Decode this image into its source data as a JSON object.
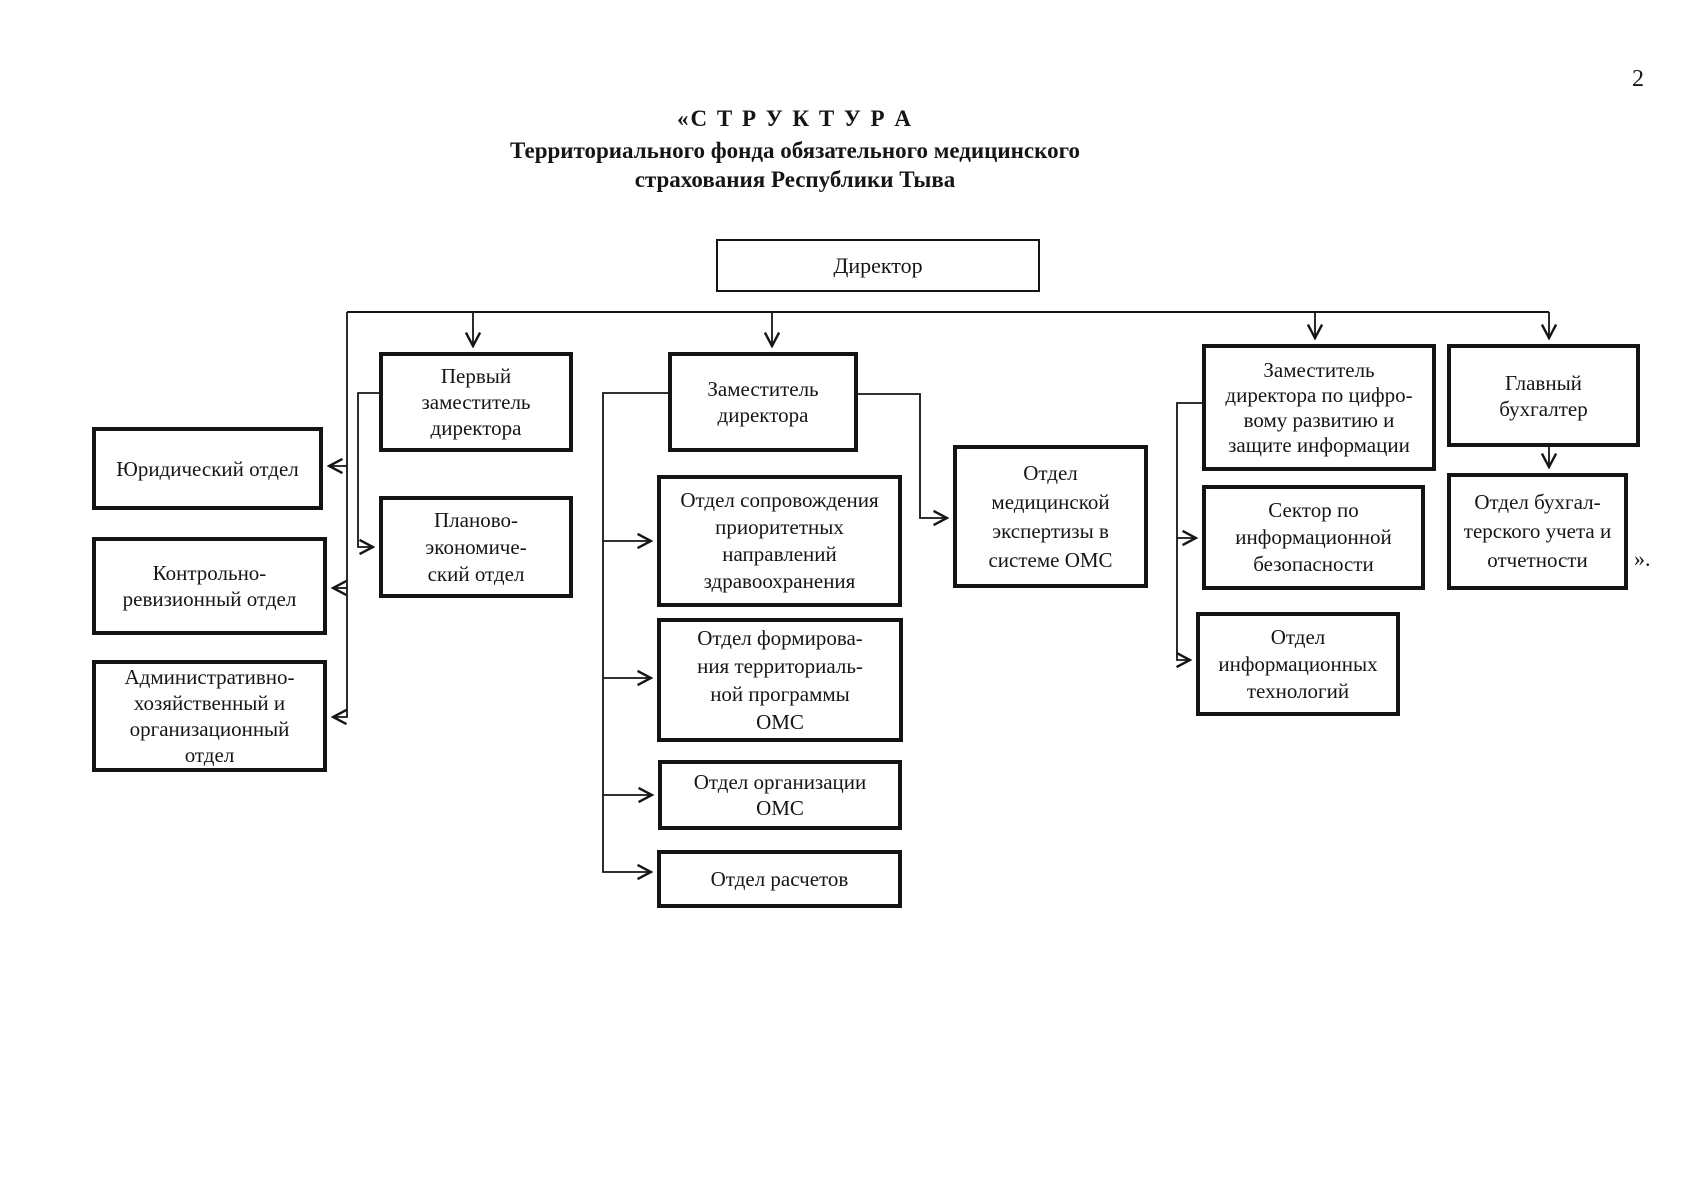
{
  "page": {
    "number": "2"
  },
  "title": {
    "line1": "«С Т Р У К Т У Р А",
    "line2": "Территориального фонда обязательного медицинского",
    "line3": "страхования Республики Тыва"
  },
  "closing_mark": "».",
  "nodes": {
    "director": "Директор",
    "first_deputy": "Первый\nзаместитель\nдиректора",
    "deputy_director": "Заместитель\nдиректора",
    "digital_deputy": "Заместитель\nдиректора по цифро-\nвому развитию и\nзащите информации",
    "chief_accountant": "Главный\nбухгалтер",
    "legal": "Юридический отдел",
    "control_audit": "Контрольно-\nревизионный отдел",
    "admin_org": "Административно-\nхозяйственный и\nорганизационный\nотдел",
    "plan_econ": "Планово-\nэкономиче-\nский отдел",
    "priority_support": "Отдел сопровождения\nприоритетных\nнаправлений\nздравоохранения",
    "territorial_program": "Отдел формирова-\nния территориаль-\nной программы\nОМС",
    "oms_organization": "Отдел организации\nОМС",
    "calculations": "Отдел расчетов",
    "medical_expertise": "Отдел\nмедицинской\nэкспертизы в\nсистеме ОМС",
    "infosec_sector": "Сектор по\nинформационной\nбезопасности",
    "it_department": "Отдел\nинформационных\nтехнологий",
    "accounting": "Отдел бухгал-\nтерского учета и\nотчетности"
  }
}
